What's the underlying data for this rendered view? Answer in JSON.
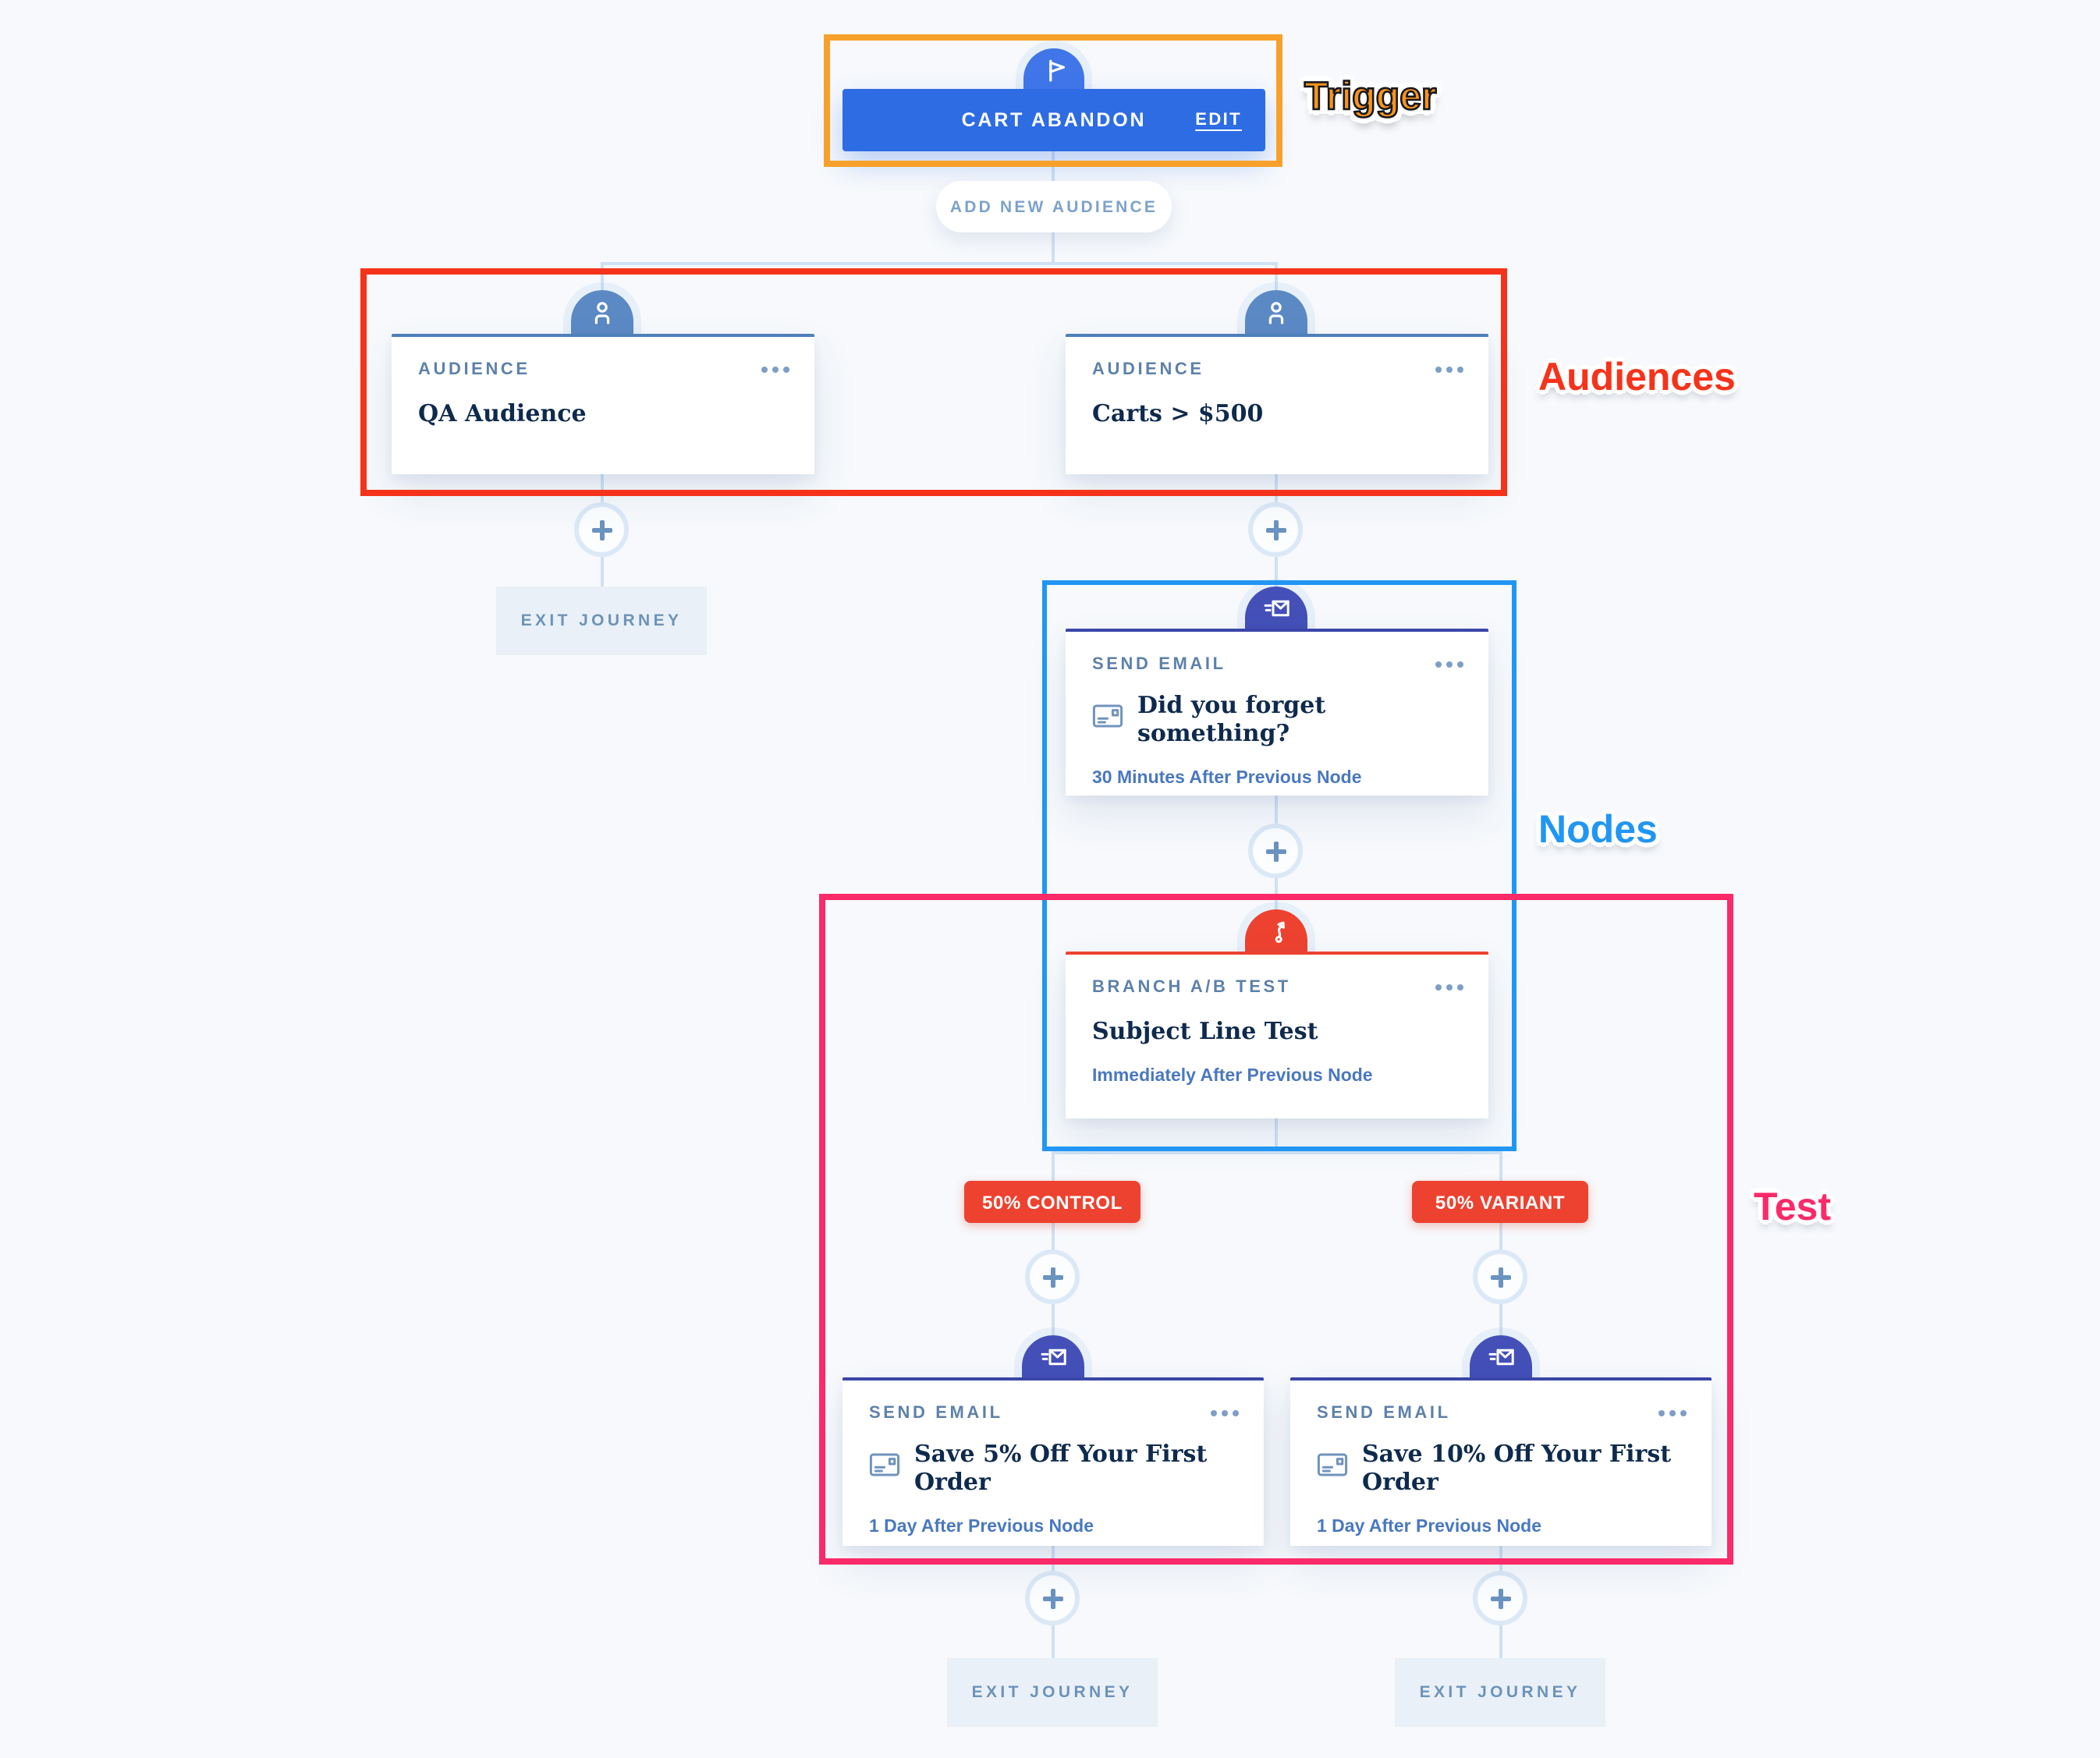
{
  "trigger": {
    "type_label": "CART ABANDON",
    "edit_label": "EDIT"
  },
  "add_audience_label": "ADD NEW AUDIENCE",
  "audiences": [
    {
      "type_label": "AUDIENCE",
      "title": "QA Audience"
    },
    {
      "type_label": "AUDIENCE",
      "title": "Carts > $500"
    }
  ],
  "email_nodes": [
    {
      "type_label": "SEND EMAIL",
      "title": "Did you forget something?",
      "timing": "30 Minutes After Previous Node"
    },
    {
      "type_label": "SEND EMAIL",
      "title": "Save 5% Off Your First Order",
      "timing": "1 Day After Previous Node"
    },
    {
      "type_label": "SEND EMAIL",
      "title": "Save 10% Off Your First Order",
      "timing": "1 Day After Previous Node"
    }
  ],
  "branch_node": {
    "type_label": "BRANCH A/B TEST",
    "title": "Subject Line Test",
    "timing": "Immediately After Previous Node"
  },
  "badges": {
    "control": "50% CONTROL",
    "variant": "50% VARIANT"
  },
  "exit_label": "EXIT JOURNEY",
  "annotations": {
    "trigger": "Trigger",
    "audiences": "Audiences",
    "nodes": "Nodes",
    "test": "Test"
  },
  "icons": {
    "trigger": "flag-icon",
    "audience": "person-icon",
    "send_email": "send-email-icon",
    "branch": "ab-test-route-icon",
    "email_title": "email-preview-icon",
    "menu": "ellipsis-icon",
    "add_node": "plus-icon"
  },
  "colors": {
    "canvas_bg": "#f7f9fc",
    "trigger_bar": "#2d6ce3",
    "trigger_arch": "#4076e8",
    "audience_accent": "#5b89c4",
    "email_accent": "#4450b8",
    "branch_accent": "#ee4230",
    "badge_bg": "#ee4230",
    "connector": "#cfe1f3",
    "title_text": "#0e2a4d",
    "type_label_text": "#5d81aa",
    "timing_text": "#4a78c0",
    "exit_bg": "#e9f0f7",
    "exit_text": "#6d93b8",
    "annotation_orange": "#f7a12c",
    "annotation_red": "#f5331b",
    "annotation_blue": "#2196f3",
    "annotation_pink": "#fb2a68"
  }
}
